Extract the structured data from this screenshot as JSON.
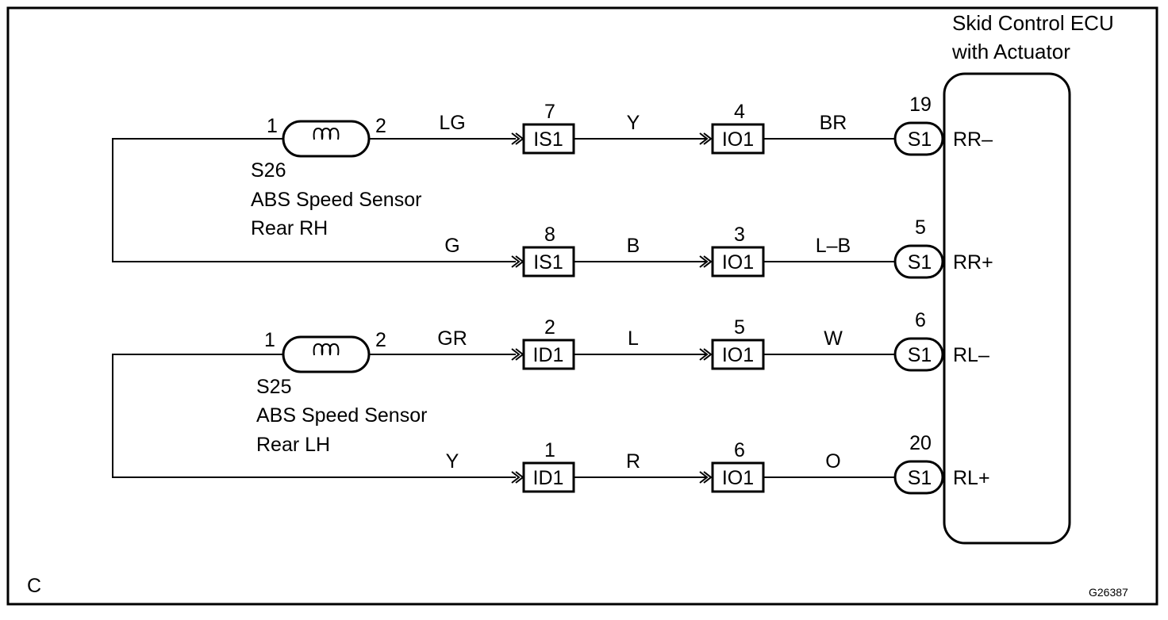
{
  "ecu": {
    "title_line1": "Skid Control ECU",
    "title_line2": "with Actuator",
    "pins": [
      "RR–",
      "RR+",
      "RL–",
      "RL+"
    ]
  },
  "sensors": [
    {
      "code": "S26",
      "name_line1": "ABS Speed Sensor",
      "name_line2": "Rear RH",
      "pin_left": "1",
      "pin_right": "2"
    },
    {
      "code": "S25",
      "name_line1": "ABS Speed Sensor",
      "name_line2": "Rear LH",
      "pin_left": "1",
      "pin_right": "2"
    }
  ],
  "rows": [
    {
      "wire1": "LG",
      "conn1": "IS1",
      "conn1_pin": "7",
      "wire2": "Y",
      "conn2": "IO1",
      "conn2_pin": "4",
      "wire3": "BR",
      "ecu_conn": "S1",
      "ecu_pin": "19",
      "ecu_label": "RR–"
    },
    {
      "wire1": "G",
      "conn1": "IS1",
      "conn1_pin": "8",
      "wire2": "B",
      "conn2": "IO1",
      "conn2_pin": "3",
      "wire3": "L–B",
      "ecu_conn": "S1",
      "ecu_pin": "5",
      "ecu_label": "RR+"
    },
    {
      "wire1": "GR",
      "conn1": "ID1",
      "conn1_pin": "2",
      "wire2": "L",
      "conn2": "IO1",
      "conn2_pin": "5",
      "wire3": "W",
      "ecu_conn": "S1",
      "ecu_pin": "6",
      "ecu_label": "RL–"
    },
    {
      "wire1": "Y",
      "conn1": "ID1",
      "conn1_pin": "1",
      "wire2": "R",
      "conn2": "IO1",
      "conn2_pin": "6",
      "wire3": "O",
      "ecu_conn": "S1",
      "ecu_pin": "20",
      "ecu_label": "RL+"
    }
  ],
  "corner_letter": "C",
  "figure_code": "G26387"
}
